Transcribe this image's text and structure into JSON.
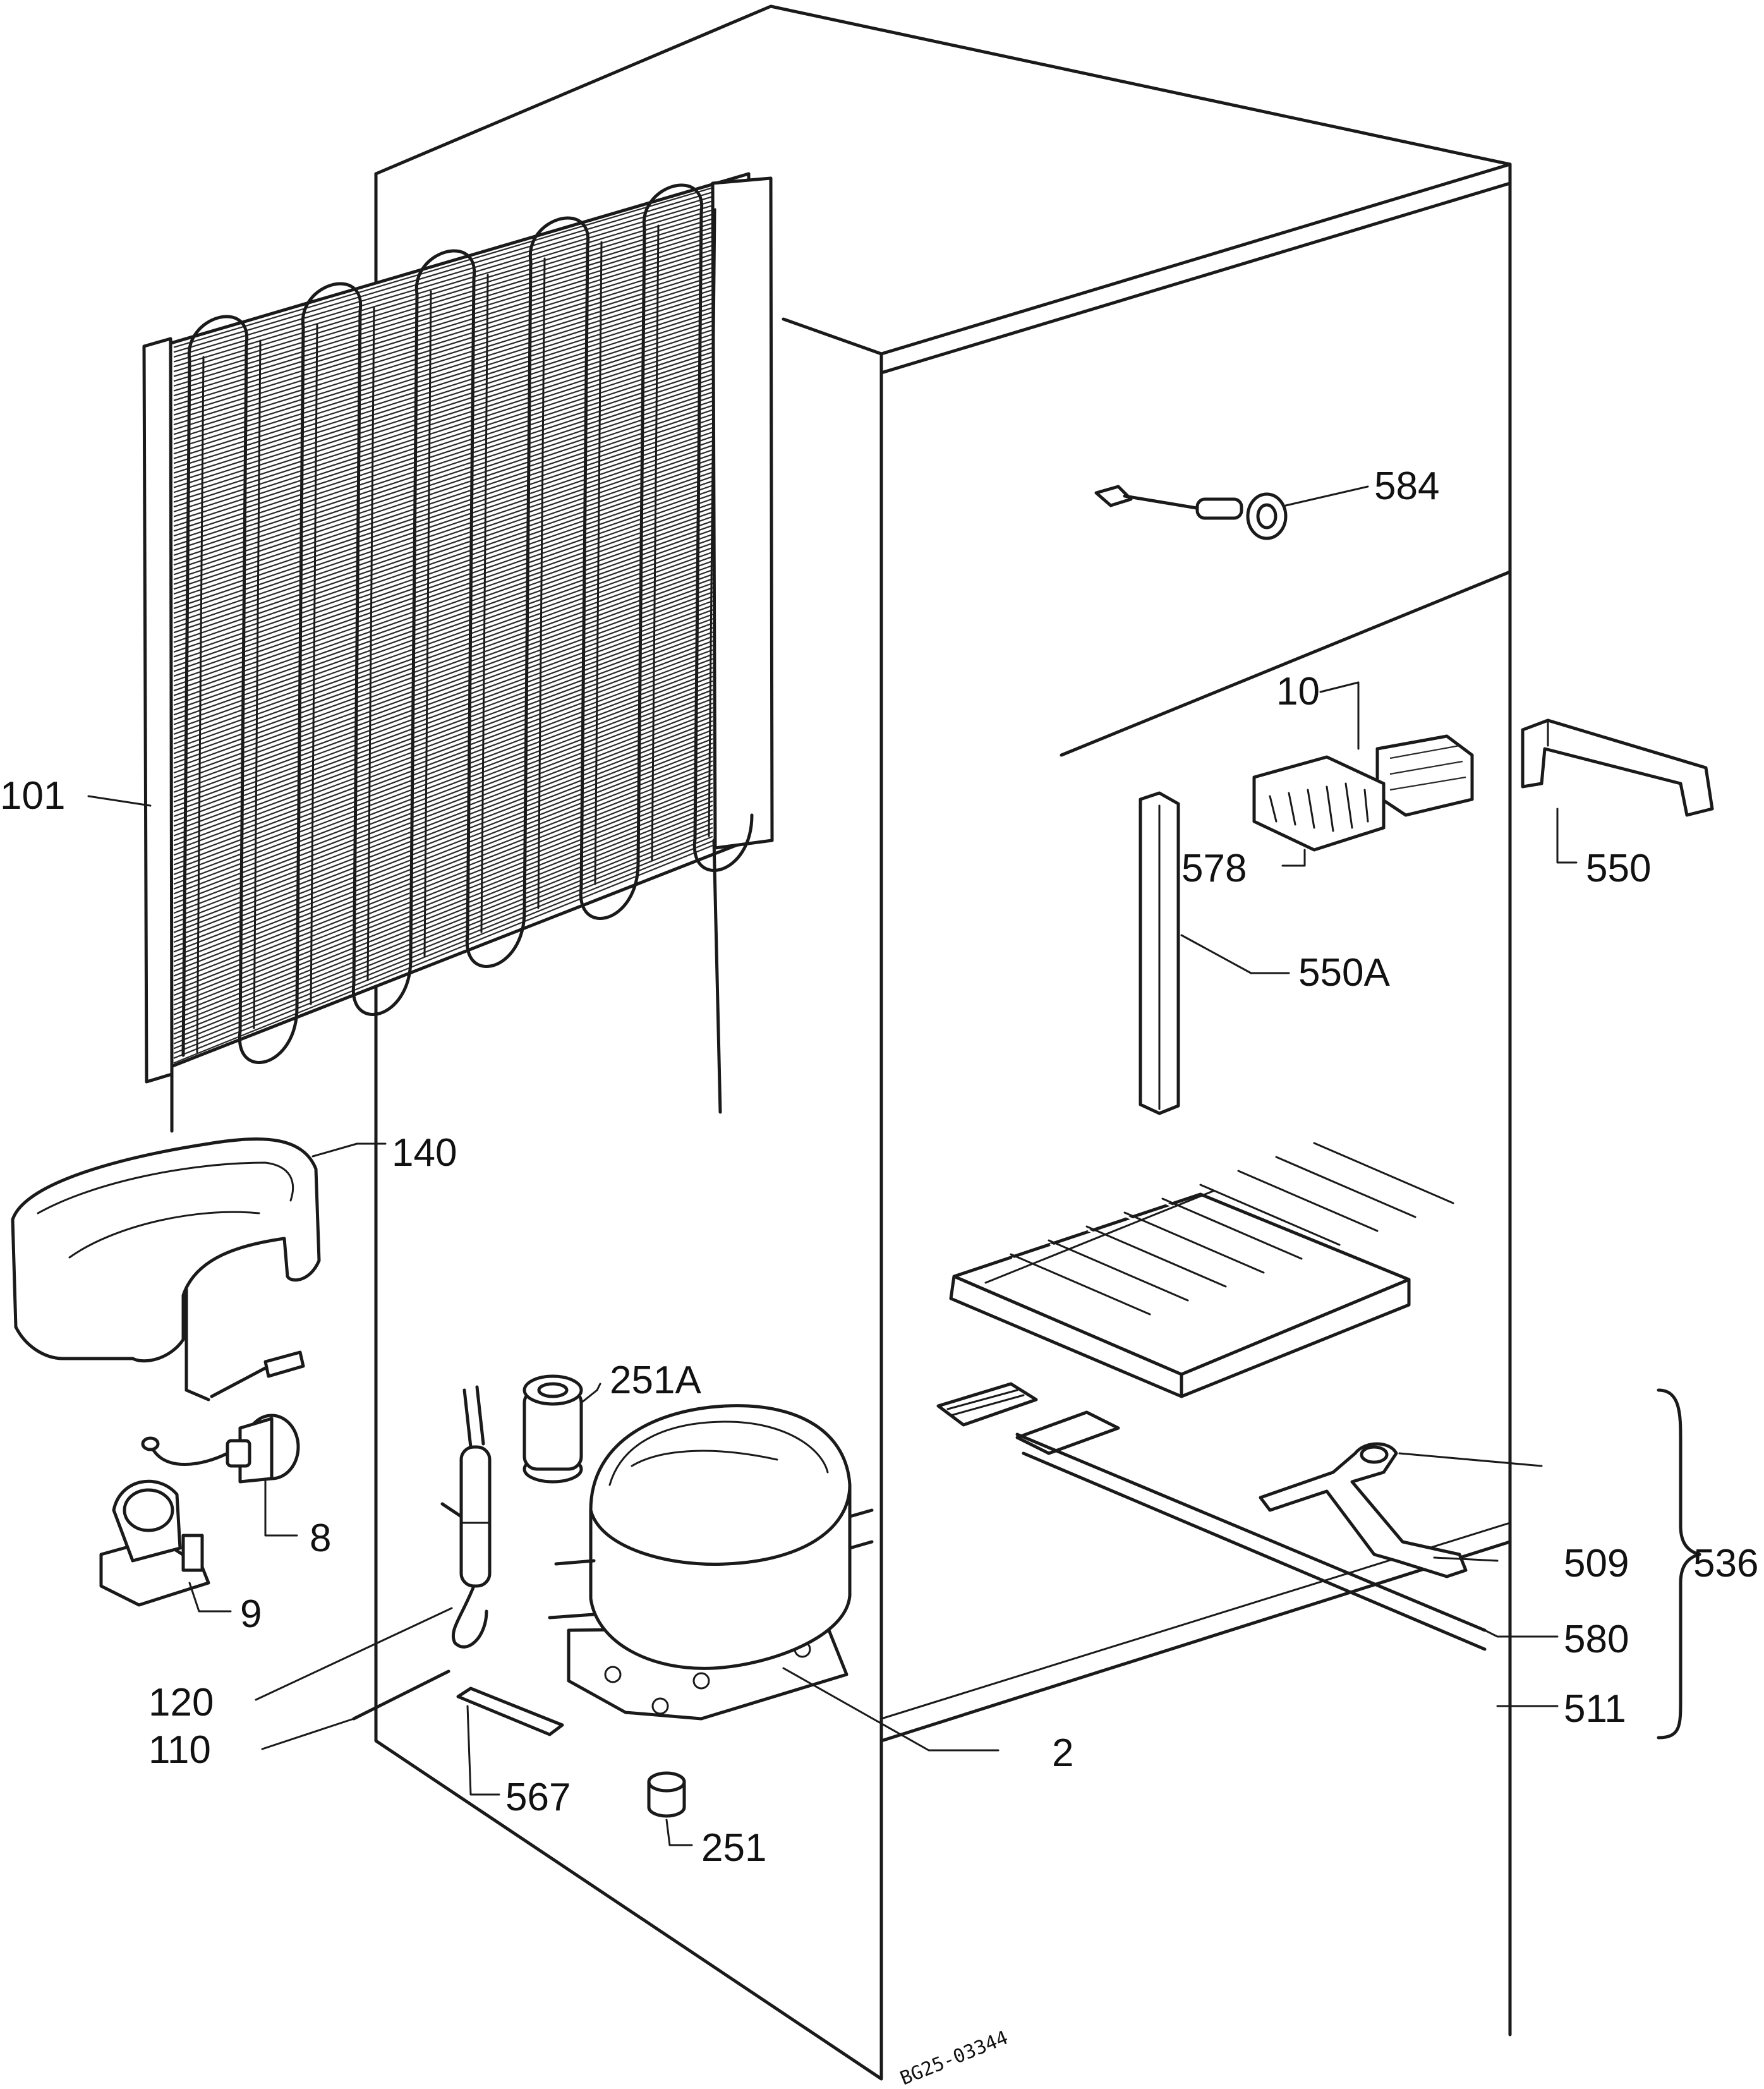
{
  "diagram": {
    "callouts": {
      "c584": "584",
      "c10": "10",
      "c578": "578",
      "c550": "550",
      "c550A": "550A",
      "c101": "101",
      "c140": "140",
      "c251A": "251A",
      "c8": "8",
      "c9": "9",
      "c120": "120",
      "c110": "110",
      "c567": "567",
      "c251": "251",
      "c2": "2",
      "c509": "509",
      "c580": "580",
      "c511": "511",
      "c536": "536"
    },
    "drawing_code": "BG25-03344"
  }
}
